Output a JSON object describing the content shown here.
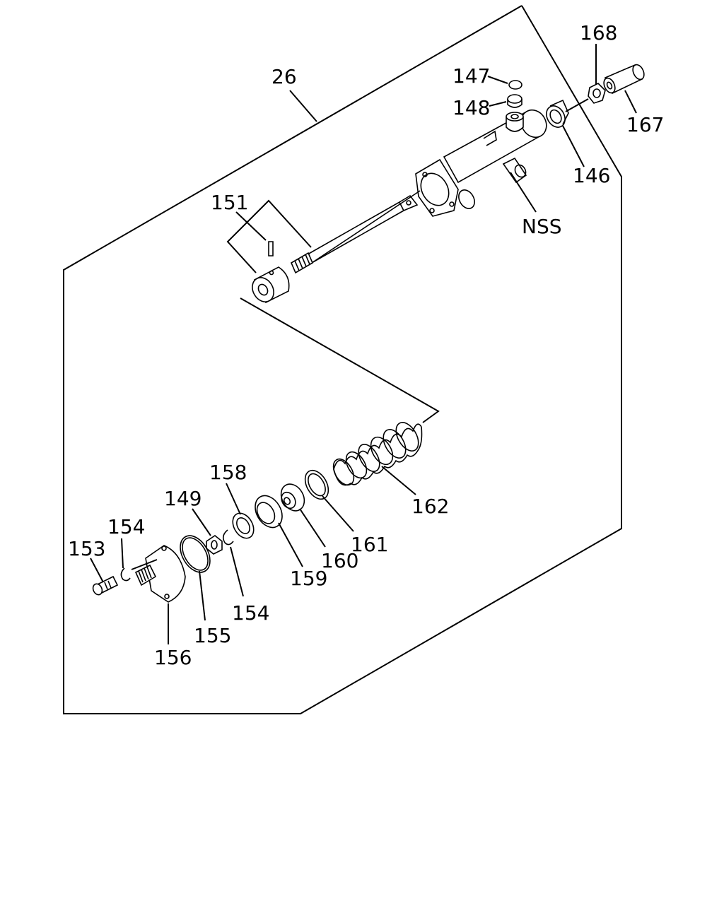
{
  "diagram": {
    "colors": {
      "line": "#000000",
      "background": "#ffffff"
    },
    "labels": {
      "l26": "26",
      "l147": "147",
      "l148": "148",
      "l168": "168",
      "l167": "167",
      "l146": "146",
      "lnss": "NSS",
      "l151": "151",
      "l162": "162",
      "l158": "158",
      "l149": "149",
      "l154a": "154",
      "l153": "153",
      "l161": "161",
      "l160": "160",
      "l159": "159",
      "l154b": "154",
      "l155": "155",
      "l156": "156"
    }
  }
}
